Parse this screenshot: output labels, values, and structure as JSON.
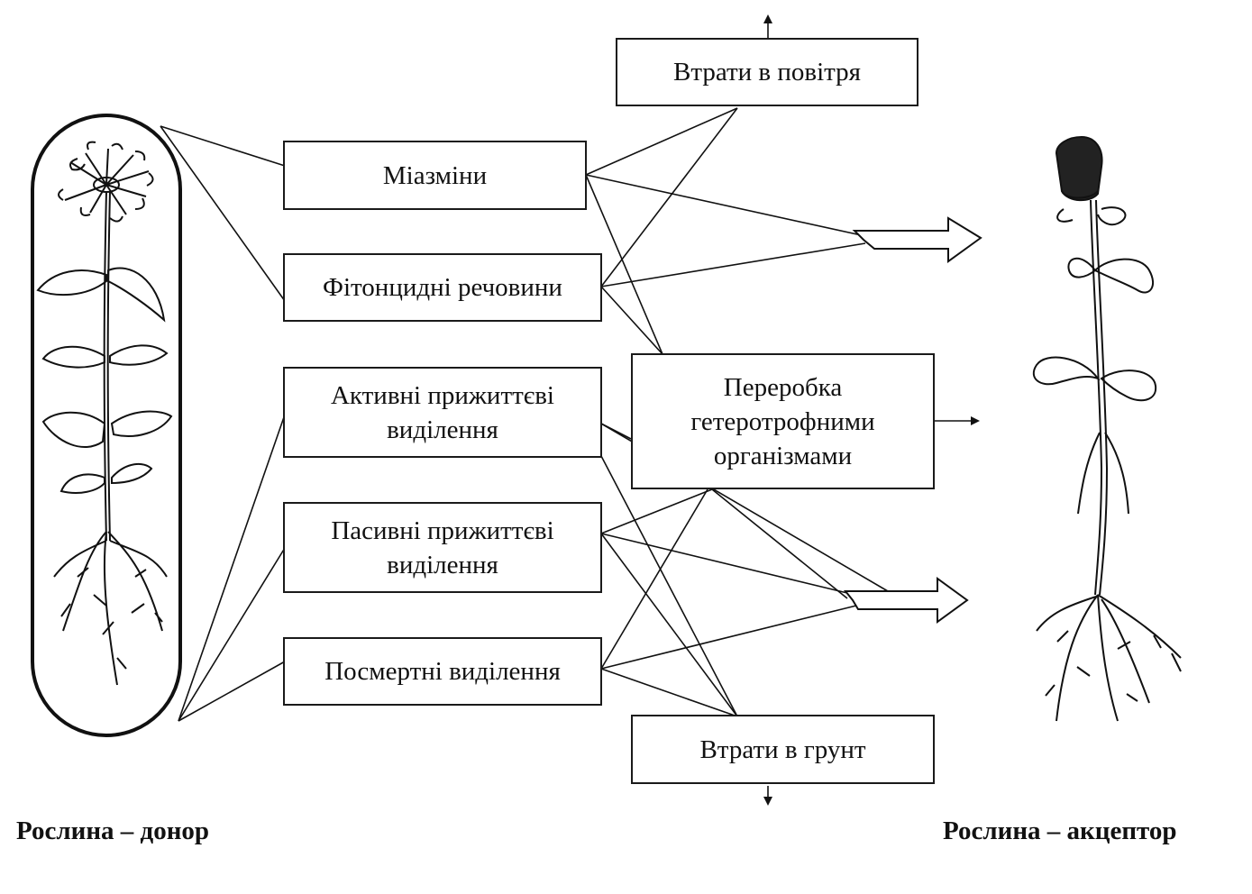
{
  "boxes": {
    "air_loss": "Втрати в повітря",
    "miasmins": "Міазміни",
    "phytoncides": "Фітонцидні речовини",
    "active": "Активні прижиттєві\nвиділення",
    "passive": "Пасивні прижиттєві\nвиділення",
    "postmortem": "Посмертні виділення",
    "processing": "Переробка\nгетеротрофними\nорганізмами",
    "soil_loss": "Втрати в грунт"
  },
  "captions": {
    "donor": "Рослина – донор",
    "acceptor": "Рослина – акцептор"
  },
  "icons": {
    "donor_plant": "flowering-plant-with-roots",
    "acceptor_plant": "clover-plant-with-roots"
  }
}
